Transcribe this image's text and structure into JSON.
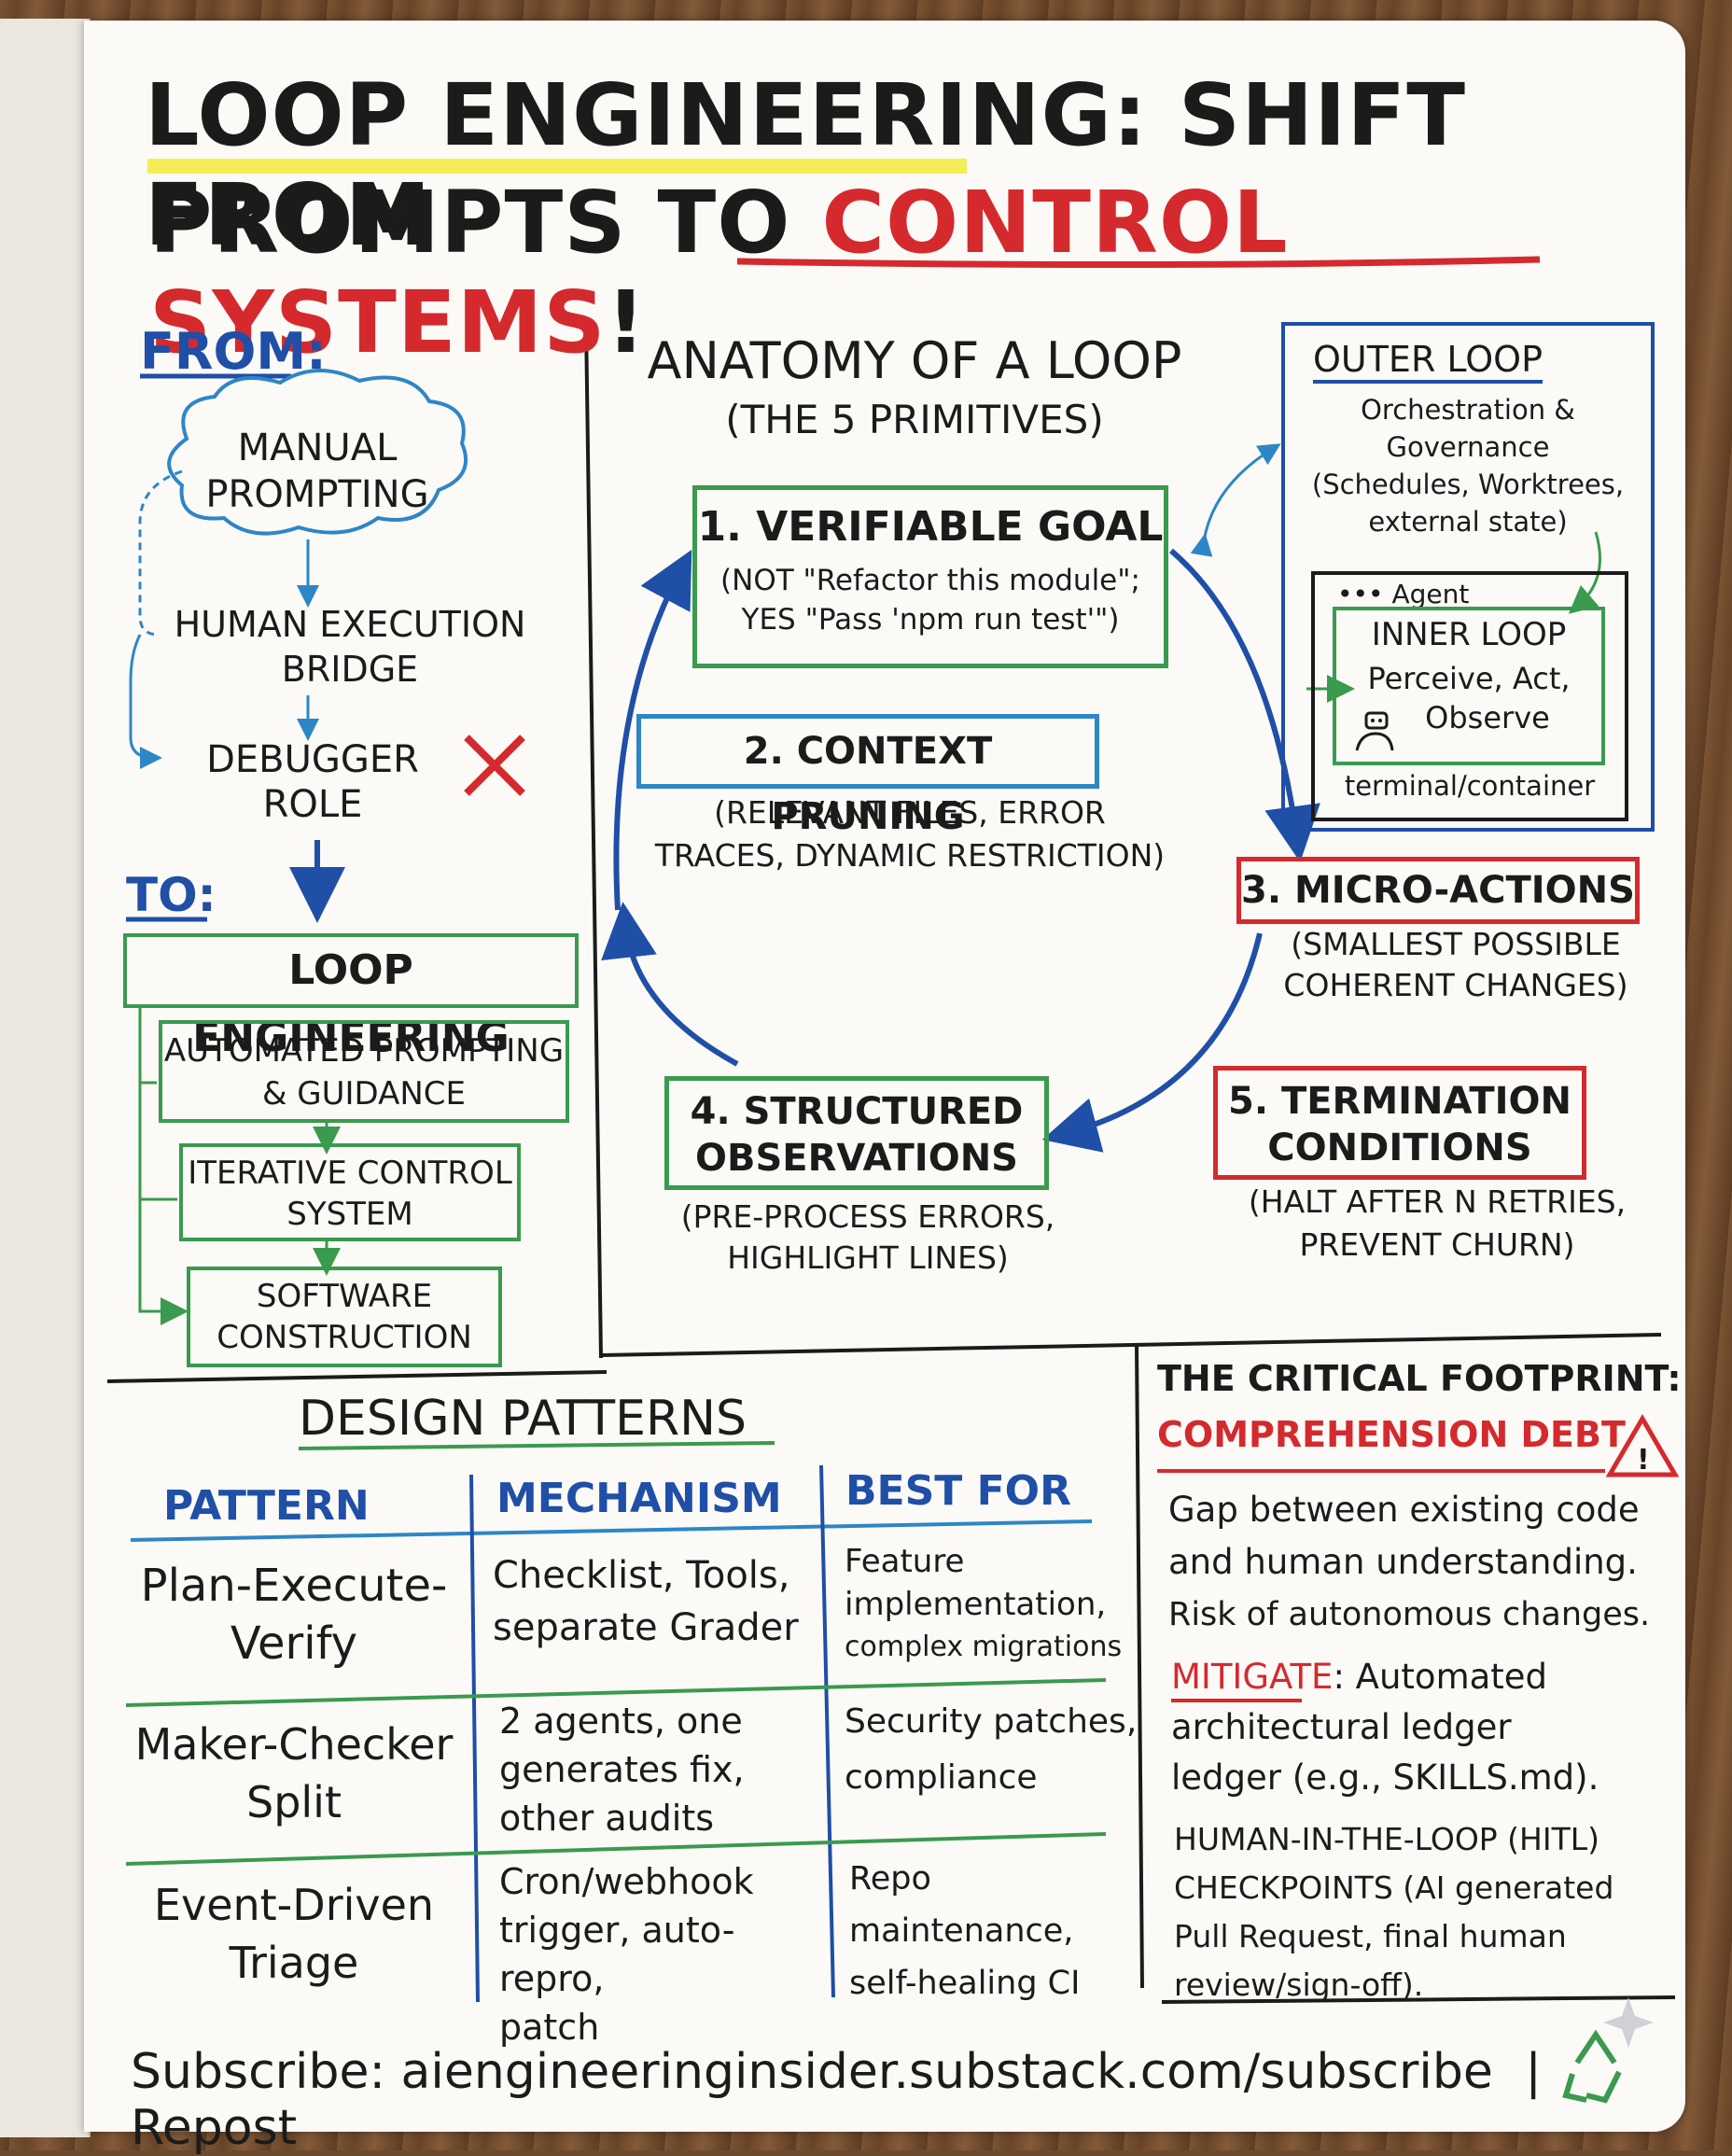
{
  "title": {
    "line1a": "LOOP ENGINEERING",
    "line1b": ": SHIFT FROM",
    "line2a": "PROMPTS TO ",
    "line2b": "CONTROL SYSTEMS",
    "line2c": "!"
  },
  "from_to": {
    "from_label": "FROM:",
    "cloud": "MANUAL PROMPTING",
    "human_bridge": "HUMAN EXECUTION BRIDGE",
    "debugger": "DEBUGGER ROLE",
    "to_label": "TO:",
    "loop_eng": "LOOP ENGINEERING",
    "automated": "AUTOMATED PROMPTING & GUIDANCE",
    "iterative": "ITERATIVE CONTROL SYSTEM",
    "software": "SOFTWARE CONSTRUCTION"
  },
  "anatomy": {
    "title": "ANATOMY OF A LOOP",
    "subtitle": "(THE 5 PRIMITIVES)",
    "p1_title": "1. VERIFIABLE GOAL",
    "p1_l1": "(NOT \"Refactor this module\";",
    "p1_l2": "YES \"Pass 'npm run test'\")",
    "p2_title": "2. CONTEXT PRUNING",
    "p2_l1": "(RELEVANT FILES, ERROR",
    "p2_l2": "TRACES, DYNAMIC RESTRICTION)",
    "p3_title": "3. MICRO-ACTIONS",
    "p3_l1": "(SMALLEST POSSIBLE",
    "p3_l2": "COHERENT CHANGES)",
    "p4_l1": "4. STRUCTURED",
    "p4_l2": "OBSERVATIONS",
    "p4_s1": "(PRE-PROCESS ERRORS,",
    "p4_s2": "HIGHLIGHT LINES)",
    "p5_l1": "5. TERMINATION",
    "p5_l2": "CONDITIONS",
    "p5_s1": "(HALT AFTER N RETRIES,",
    "p5_s2": "PREVENT CHURN)"
  },
  "outer": {
    "title": "OUTER LOOP",
    "l1": "Orchestration &",
    "l2": "Governance",
    "l3": "(Schedules, Worktrees,",
    "l4": "external state)",
    "agent": "••• Agent",
    "inner_title": "INNER LOOP",
    "inner_l1": "Perceive, Act,",
    "inner_l2": "Observe",
    "terminal": "terminal/container"
  },
  "patterns": {
    "title": "DESIGN PATTERNS",
    "headers": [
      "PATTERN",
      "MECHANISM",
      "BEST FOR"
    ],
    "rows": [
      {
        "pattern": [
          "Plan-Execute-",
          "Verify"
        ],
        "mechanism": [
          "Checklist, Tools,",
          "separate Grader"
        ],
        "best": [
          "Feature",
          "implementation,",
          "complex migrations"
        ]
      },
      {
        "pattern": [
          "Maker-Checker",
          "Split"
        ],
        "mechanism": [
          "2 agents, one",
          "generates fix,",
          "other audits"
        ],
        "best": [
          "Security patches,",
          "compliance"
        ]
      },
      {
        "pattern": [
          "Event-Driven",
          "Triage"
        ],
        "mechanism": [
          "Cron/webhook",
          "trigger, auto-repro,",
          "patch"
        ],
        "best": [
          "Repo maintenance,",
          "self-healing CI"
        ]
      }
    ]
  },
  "footprint": {
    "title": "THE CRITICAL FOOTPRINT:",
    "subtitle": "COMPREHENSION DEBT",
    "p1": [
      "Gap between existing code",
      "and human understanding.",
      "Risk of autonomous changes."
    ],
    "mitigate_label": "MITIGATE",
    "p2": [
      ": Automated",
      "architectural ledger",
      "ledger (e.g., SKILLS.md)."
    ],
    "p3": [
      "HUMAN-IN-THE-LOOP (HITL)",
      "CHECKPOINTS (AI generated",
      "Pull Request, final human",
      "review/sign-off)."
    ]
  },
  "footer": {
    "subscribe": "Subscribe: aiengineeringinsider.substack.com/subscribe",
    "sep": "|",
    "repost": "Repost"
  },
  "colors": {
    "blue": "#1f4fa6",
    "red": "#d42a2e",
    "green": "#3a9a4e",
    "lightblue": "#2d86c6",
    "highlight": "#f3ea3a"
  }
}
